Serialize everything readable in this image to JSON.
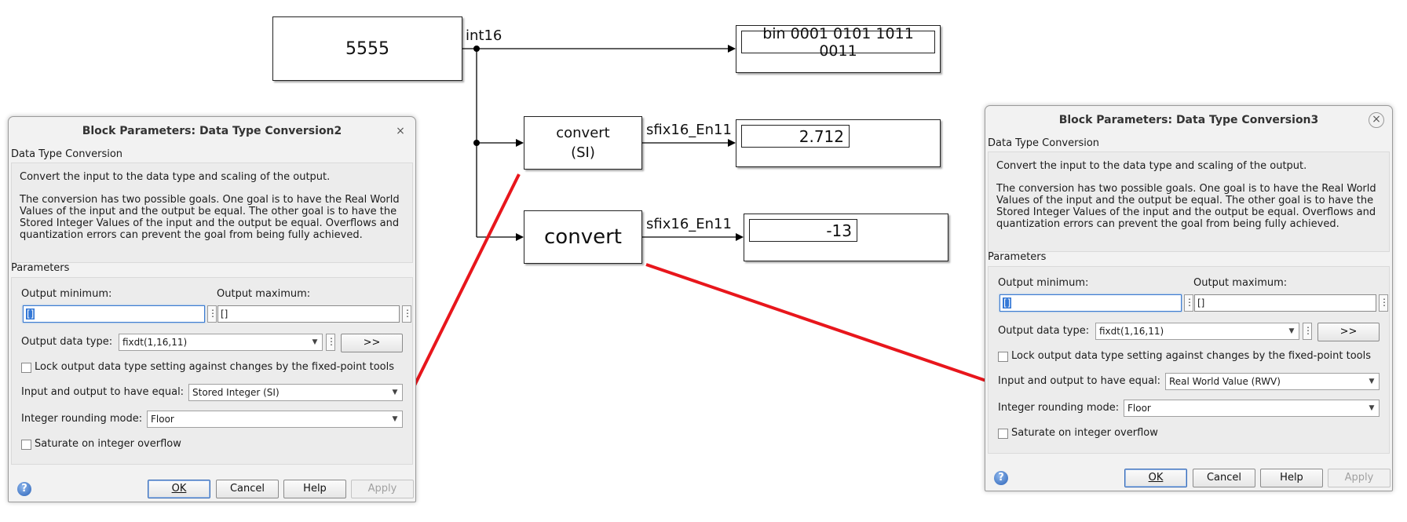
{
  "diagram": {
    "source_block": {
      "value": "5555"
    },
    "signal_labels": {
      "int16": "int16",
      "sfix_si": "sfix16_En11",
      "sfix_rwv": "sfix16_En11"
    },
    "convert_si": {
      "line1": "convert",
      "line2": "(SI)"
    },
    "convert_rwv": {
      "label": "convert"
    },
    "display_bin": {
      "value": "bin 0001 0101 1011 0011"
    },
    "display_si": {
      "value": "2.712"
    },
    "display_rwv": {
      "value": "-13"
    },
    "colors": {
      "callout_line": "#e8161c",
      "wire": "#000000"
    }
  },
  "dialog_left": {
    "title": "Block Parameters: Data Type Conversion2",
    "close": "×",
    "section_title": "Data Type Conversion",
    "desc1": "Convert the input to the data type and scaling of the output.",
    "desc2": "The conversion has two possible goals. One goal is to have the Real World Values of the input and the output be equal.  The other goal is to have the Stored Integer Values of the input and the output be equal.  Overflows and quantization errors can prevent the goal from being fully achieved.",
    "params_title": "Parameters",
    "out_min_label": "Output minimum:",
    "out_min_value": "[]",
    "out_max_label": "Output maximum:",
    "out_max_value": "[]",
    "out_dtype_label": "Output data type:",
    "out_dtype_value": "fixdt(1,16,11)",
    "assist_btn": ">>",
    "lock_label": "Lock output data type setting against changes by the fixed-point tools",
    "equal_label": "Input and output to have equal:",
    "equal_value": "Stored Integer (SI)",
    "rounding_label": "Integer rounding mode:",
    "rounding_value": "Floor",
    "saturate_label": "Saturate on integer overflow",
    "help_glyph": "?",
    "buttons": {
      "ok": "OK",
      "cancel": "Cancel",
      "help": "Help",
      "apply": "Apply"
    }
  },
  "dialog_right": {
    "title": "Block Parameters: Data Type Conversion3",
    "close": "×",
    "section_title": "Data Type Conversion",
    "desc1": "Convert the input to the data type and scaling of the output.",
    "desc2": "The conversion has two possible goals. One goal is to have the Real World Values of the input and the output be equal.  The other goal is to have the Stored Integer Values of the input and the output be equal.  Overflows and quantization errors can prevent the goal from being fully achieved.",
    "params_title": "Parameters",
    "out_min_label": "Output minimum:",
    "out_min_value": "[]",
    "out_max_label": "Output maximum:",
    "out_max_value": "[]",
    "out_dtype_label": "Output data type:",
    "out_dtype_value": "fixdt(1,16,11)",
    "assist_btn": ">>",
    "lock_label": "Lock output data type setting against changes by the fixed-point tools",
    "equal_label": "Input and output to have equal:",
    "equal_value": "Real World Value (RWV)",
    "rounding_label": "Integer rounding mode:",
    "rounding_value": "Floor",
    "saturate_label": "Saturate on integer overflow",
    "help_glyph": "?",
    "buttons": {
      "ok": "OK",
      "cancel": "Cancel",
      "help": "Help",
      "apply": "Apply"
    }
  }
}
